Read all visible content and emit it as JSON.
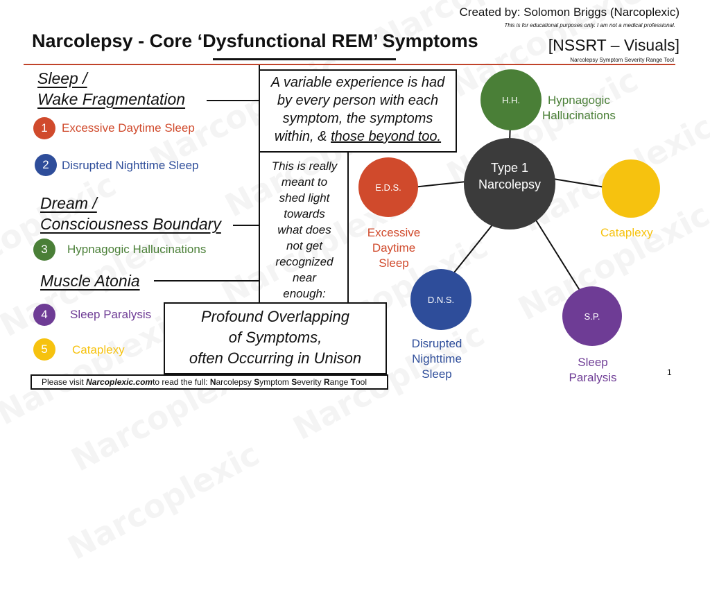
{
  "header": {
    "title": "Narcolepsy - Core ‘Dysfunctional REM’ Symptoms",
    "creator": "Created by: Solomon Briggs (Narcoplexic)",
    "disclaimer": "This is for educational purposes only.  I am not a medical professional.",
    "tool_tag": "[NSSRT – Visuals]",
    "tool_subtitle": "Narcolepsy Symptom Severity Range Tool"
  },
  "watermark": "Narcoplexic",
  "categories": [
    {
      "heading_line1": "Sleep /",
      "heading_line2": "Wake Fragmentation"
    },
    {
      "heading_line1": "Dream /",
      "heading_line2": "Consciousness Boundary"
    },
    {
      "heading_line1": "Muscle Atonia"
    }
  ],
  "symptoms": [
    {
      "number": "1",
      "label": "Excessive Daytime Sleep",
      "color": "#d04a2c"
    },
    {
      "number": "2",
      "label": "Disrupted Nighttime Sleep",
      "color": "#2e4d9a"
    },
    {
      "number": "3",
      "label": "Hypnagogic Hallucinations",
      "color": "#4a7f37"
    },
    {
      "number": "4",
      "label": "Sleep Paralysis",
      "color": "#6e3c95"
    },
    {
      "number": "5",
      "label": "Cataplexy",
      "color": "#f6c20f"
    }
  ],
  "boxes": {
    "top_line1": "A variable experience is had",
    "top_line2": "by every person with each",
    "top_line3": "symptom, the symptoms",
    "top_line4_plain": "within, & ",
    "top_line4_underlined": "those beyond too.",
    "middle_lines": [
      "This is really",
      "meant to",
      "shed light",
      "towards",
      "what does",
      "not get",
      "recognized",
      "near",
      "enough:"
    ],
    "bottom_line1": "Profound Overlapping",
    "bottom_line2": "of Symptoms,",
    "bottom_line3": "often Occurring in Unison"
  },
  "footer": {
    "visit_prefix": "Please visit ",
    "visit_site": "Narcoplexic.com",
    "visit_middle": " to read the full: ",
    "visit_tool": "Narcolepsy Symptom Severity Range Tool",
    "page_number": "1"
  },
  "network": {
    "center_line1": "Type 1",
    "center_line2": "Narcolepsy",
    "center_color": "#3b3b3b",
    "nodes": [
      {
        "id": "hh",
        "abbr": "H.H.",
        "label_lines": [
          "Hypnagogic",
          "Hallucinations"
        ],
        "color": "#4a7f37"
      },
      {
        "id": "eds",
        "abbr": "E.D.S.",
        "label_lines": [
          "Excessive",
          "Daytime",
          "Sleep"
        ],
        "color": "#d04a2c"
      },
      {
        "id": "cat",
        "abbr": "",
        "label_lines": [
          "Cataplexy"
        ],
        "color": "#f6c20f"
      },
      {
        "id": "dns",
        "abbr": "D.N.S.",
        "label_lines": [
          "Disrupted",
          "Nighttime",
          "Sleep"
        ],
        "color": "#2e4d9a"
      },
      {
        "id": "sp",
        "abbr": "S.P.",
        "label_lines": [
          "Sleep",
          "Paralysis"
        ],
        "color": "#6e3c95"
      }
    ]
  }
}
